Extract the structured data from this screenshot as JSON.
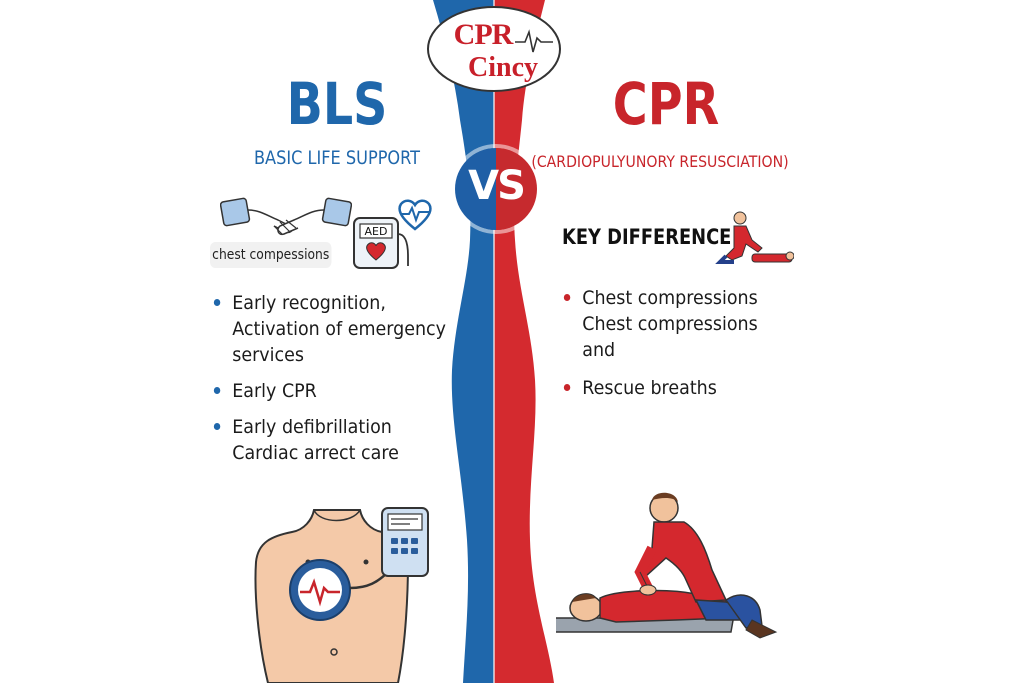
{
  "brand": {
    "line1": "CPR",
    "line2": "Cincy",
    "color": "#c8202a"
  },
  "colors": {
    "bls_blue": "#1f67ab",
    "cpr_red": "#c8252b"
  },
  "vs_label": "VS",
  "bls": {
    "title": "BLS",
    "subtitle": "BASIC LIFE SUPPORT",
    "chest_label": "chest compessions",
    "aed_label": "AED",
    "items": [
      {
        "lines": [
          "Early recognition,",
          "Activation of emergency",
          "services"
        ]
      },
      {
        "lines": [
          "Early CPR"
        ]
      },
      {
        "lines": [
          "Early defibrillation",
          "Cardiac arrect care"
        ]
      }
    ]
  },
  "cpr": {
    "title": "CPR",
    "subtitle": "(CARDIOPULYUNORY RESUSCIATION)",
    "key_difference": "KEY DIFFERENCE",
    "items": [
      {
        "lines": [
          "Chest compressions",
          "Chest compressions",
          "and"
        ]
      },
      {
        "lines": [
          "Rescue breaths"
        ]
      }
    ]
  },
  "icons": {
    "handshake": "handshake-icon",
    "aed": "aed-device-icon",
    "heart_pulse": "heart-pulse-icon",
    "cpr_small": "cpr-figure-small-icon",
    "torso_aed": "torso-aed-illustration",
    "cpr_large": "cpr-rescuer-illustration"
  }
}
